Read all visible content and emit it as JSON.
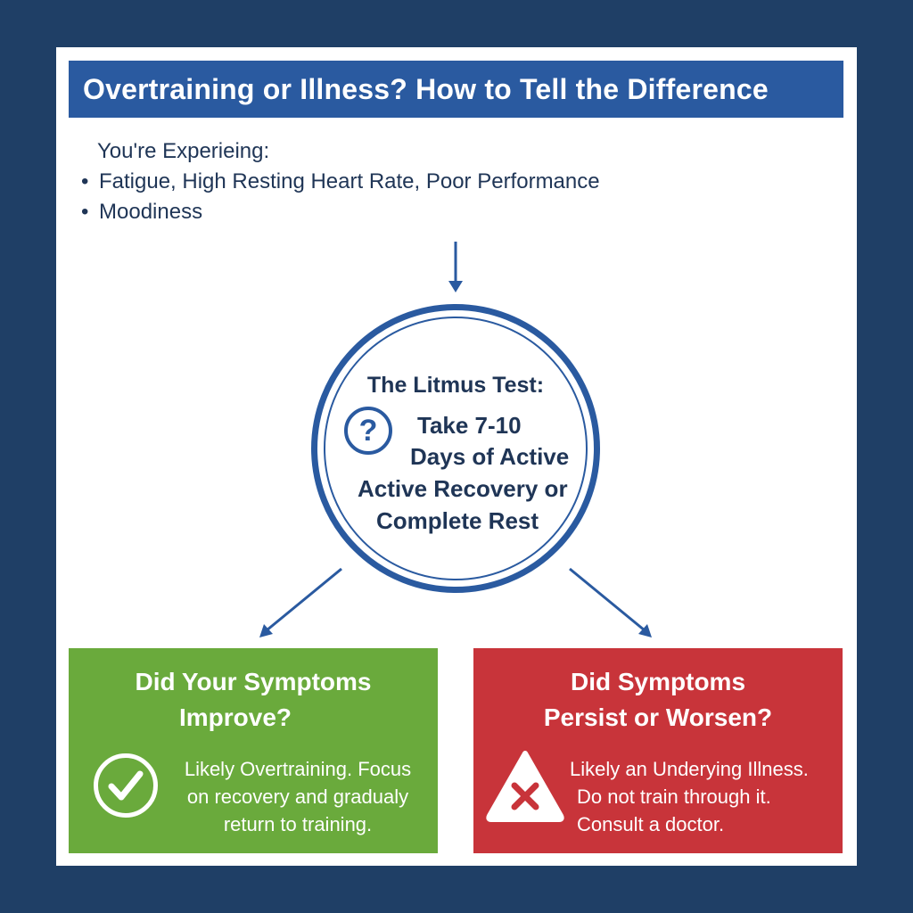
{
  "title": "Overtraining or Illness? How to Tell the Difference",
  "intro": {
    "heading": "You're Experieing:",
    "bullets": [
      "Fatigue, High Resting Heart Rate, Poor Performance",
      "Moodiness"
    ]
  },
  "litmus": {
    "title": "The Litmus Test:",
    "icon": "question-icon",
    "lines": [
      "Take 7-10",
      "Days of Active",
      "Active Recovery or",
      "Complete Rest"
    ]
  },
  "improve": {
    "heading": [
      "Did Your Symptoms",
      "Improve?"
    ],
    "icon": "check-icon",
    "body": [
      "Likely Overtraining. Focus",
      "on recovery and gradualy",
      "return to training."
    ],
    "color": "#6aaa3c"
  },
  "worsen": {
    "heading": [
      "Did Symptoms",
      "Persist or Worsen?"
    ],
    "icon": "warning-x-icon",
    "body": [
      "Likely an Underying Illness.",
      "Do not train through it.",
      "Consult a doctor."
    ],
    "color": "#c8343a"
  },
  "colors": {
    "background": "#1f3f66",
    "accent": "#2a5aa0",
    "text": "#1f3556"
  }
}
